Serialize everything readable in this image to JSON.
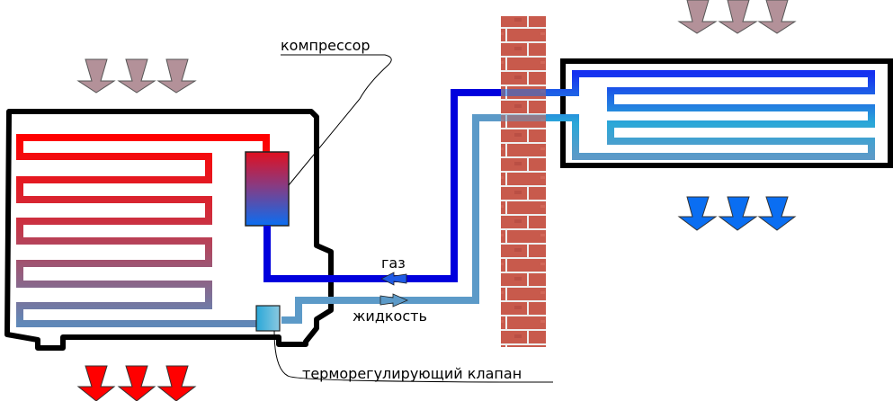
{
  "labels": {
    "compressor": "компрессор",
    "gas": "газ",
    "liquid": "жидкость",
    "valve": "терморегулирующий клапан"
  },
  "colors": {
    "hot": "#ff0000",
    "hot_mid": "#b0506a",
    "cool_return": "#6a8ab4",
    "gas_line": "#0000dd",
    "liquid_line": "#5c9ac8",
    "indoor_top": "#1530f0",
    "indoor_mid": "#2aa8d8",
    "intake_arrow": "#b39199",
    "hot_arrow": "#ff0000",
    "cold_arrow": "#0a6ef2",
    "brick": "#c4574a",
    "mortar": "#eeeeee"
  },
  "icons": {
    "intake_arrows": "arrow-down-icon",
    "hot_air_arrows": "arrow-down-icon",
    "cold_air_arrows": "arrow-down-icon",
    "flow_arrows": "arrow-icon"
  }
}
